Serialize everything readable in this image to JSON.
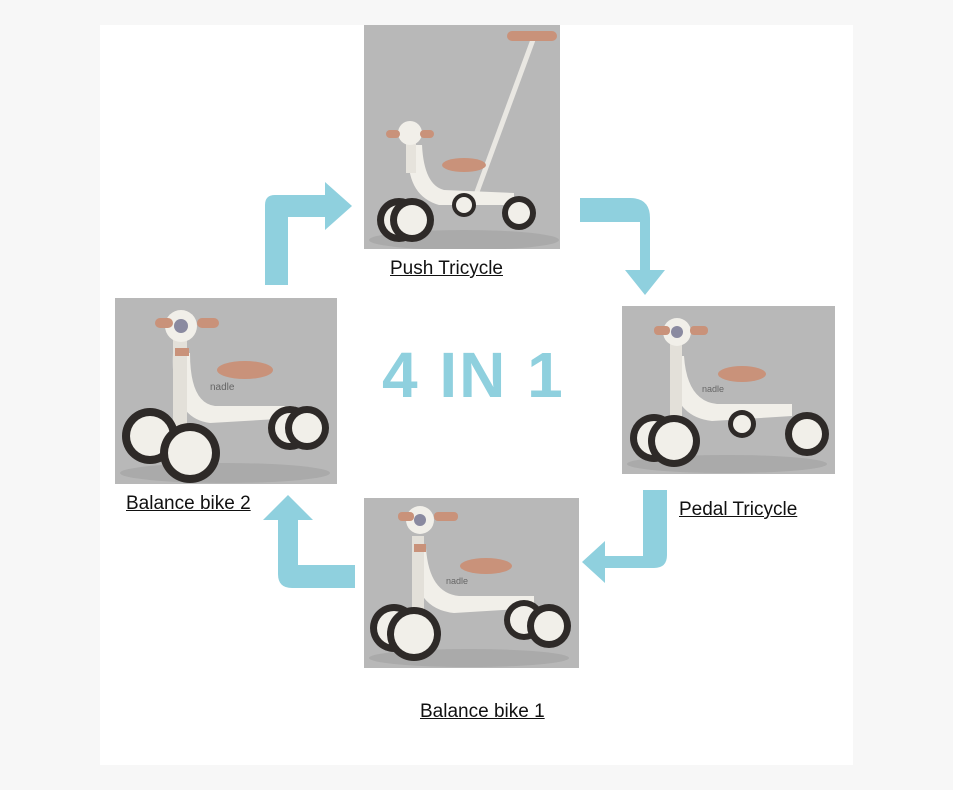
{
  "title": "4 IN 1",
  "colors": {
    "accent": "#8fd0de",
    "frame": "#f1efe9",
    "leather": "#c9927a",
    "tire": "#2e2a28",
    "background_photo": "#b7b7b7"
  },
  "modes": [
    {
      "label": "Push Tricycle"
    },
    {
      "label": "Pedal Tricycle"
    },
    {
      "label": "Balance bike 1"
    },
    {
      "label": "Balance bike 2"
    }
  ],
  "brand": "nadle"
}
